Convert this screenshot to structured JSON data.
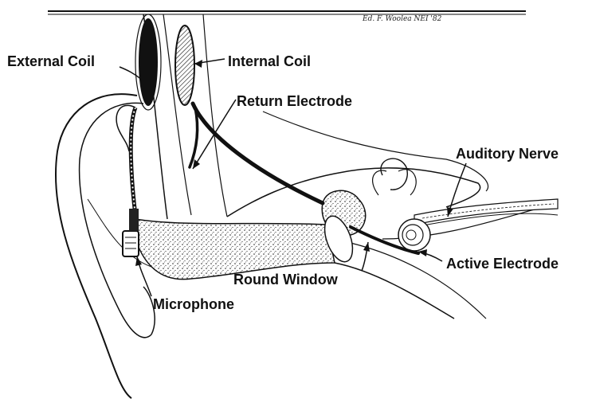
{
  "signature": "Ed. F. Woolea  NEI '82",
  "labels": {
    "external_coil": "External Coil",
    "internal_coil": "Internal Coil",
    "return_electrode": "Return Electrode",
    "auditory_nerve": "Auditory Nerve",
    "active_electrode": "Active Electrode",
    "round_window": "Round Window",
    "microphone": "Microphone"
  }
}
